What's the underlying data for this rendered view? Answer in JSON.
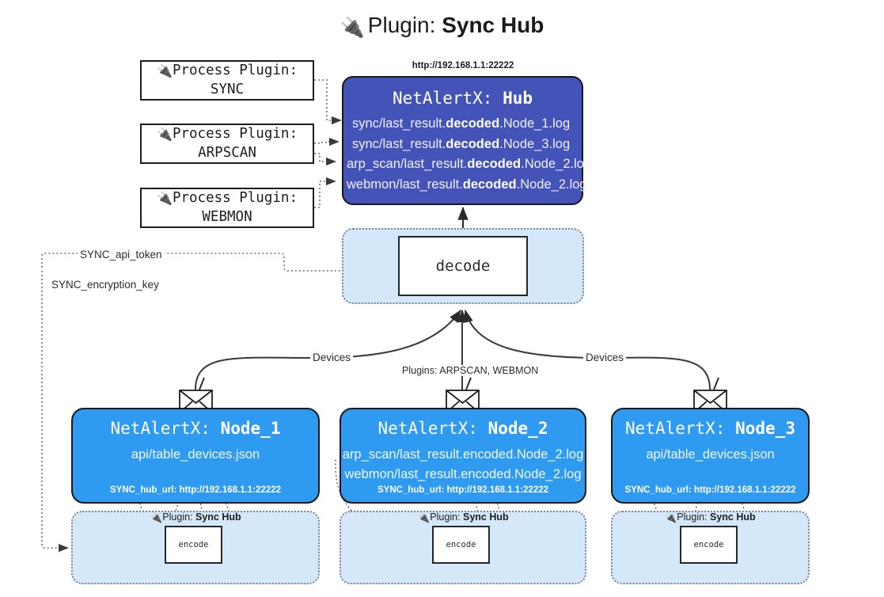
{
  "header": {
    "plug_icon": "🔌",
    "prefix": "Plugin: ",
    "name": "Sync Hub"
  },
  "process_plugins": [
    {
      "line1": "Process Plugin:",
      "line2": "SYNC"
    },
    {
      "line1": "Process Plugin:",
      "line2": "ARPSCAN"
    },
    {
      "line1": "Process Plugin:",
      "line2": "WEBMON"
    }
  ],
  "hub": {
    "url_label": "http://192.168.1.1:22222",
    "title_prefix": "NetAlertX: ",
    "title_name": "Hub",
    "logs": [
      {
        "pre": "sync/last_result.",
        "bold": "decoded",
        "post": ".Node_1.log"
      },
      {
        "pre": "sync/last_result.",
        "bold": "decoded",
        "post": ".Node_3.log"
      },
      {
        "pre": "arp_scan/last_result.",
        "bold": "decoded",
        "post": ".Node_2.log"
      },
      {
        "pre": "webmon/last_result.",
        "bold": "decoded",
        "post": ".Node_2.log"
      }
    ]
  },
  "decode": {
    "label": "decode"
  },
  "secrets": [
    {
      "label": "SYNC_api_token"
    },
    {
      "label": "SYNC_encryption_key"
    }
  ],
  "edge_labels": {
    "devices_left": "Devices",
    "devices_right": "Devices",
    "plugins_center": "Plugins: ARPSCAN, WEBMON"
  },
  "nodes": [
    {
      "title_prefix": "NetAlertX: ",
      "title_name": "Node_1",
      "lines": [
        "api/table_devices.json"
      ],
      "footer": "SYNC_hub_url: http://192.168.1.1:22222"
    },
    {
      "title_prefix": "NetAlertX: ",
      "title_name": "Node_2",
      "lines": [
        "arp_scan/last_result.encoded.Node_2.log",
        "webmon/last_result.encoded.Node_2.log"
      ],
      "footer": "SYNC_hub_url: http://192.168.1.1:22222"
    },
    {
      "title_prefix": "NetAlertX: ",
      "title_name": "Node_3",
      "lines": [
        "api/table_devices.json"
      ],
      "footer": "SYNC_hub_url: http://192.168.1.1:22222"
    }
  ],
  "encoders": [
    {
      "plug_icon": "🔌",
      "caption_prefix": "Plugin: ",
      "caption_name": "Sync Hub",
      "label": "encode"
    },
    {
      "plug_icon": "🔌",
      "caption_prefix": "Plugin: ",
      "caption_name": "Sync Hub",
      "label": "encode"
    },
    {
      "plug_icon": "🔌",
      "caption_prefix": "Plugin: ",
      "caption_name": "Sync Hub",
      "label": "encode"
    }
  ],
  "colors": {
    "hub_fill": "#4453b8",
    "node_fill": "#2f9bf0",
    "pale_fill": "#d4e8fa",
    "stroke": "#17171c"
  }
}
